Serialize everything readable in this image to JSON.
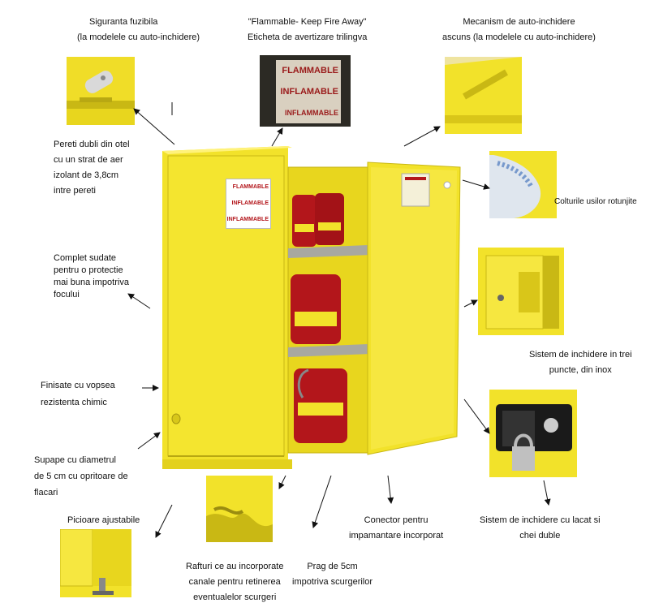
{
  "callouts": {
    "fuse": {
      "lines": [
        "Siguranta fuzibila",
        "(la modelele cu auto-inchidere)"
      ]
    },
    "label_warning": {
      "lines": [
        "\"Flammable- Keep Fire Away\"",
        "Eticheta de avertizare trilingva"
      ]
    },
    "self_close": {
      "lines": [
        "Mecanism de auto-inchidere",
        "ascuns (la modelele cu auto-inchidere)"
      ]
    },
    "double_walls": {
      "lines": [
        "Pereti dubli din otel",
        "cu un strat de aer",
        "izolant de 3,8cm",
        " intre pereti"
      ]
    },
    "rounded_corners": {
      "lines": [
        "Colturile usilor rotunjite"
      ]
    },
    "welded": {
      "lines": [
        "Complet sudate",
        "pentru o protectie",
        "mai buna impotriva",
        "focului"
      ]
    },
    "three_point": {
      "lines": [
        "Sistem de inchidere in trei",
        "puncte, din inox"
      ]
    },
    "finish": {
      "lines": [
        "Finisate cu vopsea",
        "rezistenta chimic"
      ]
    },
    "vents": {
      "lines": [
        "Supape cu diametrul",
        "de 5 cm cu opritoare de",
        "flacari"
      ]
    },
    "feet": {
      "lines": [
        "Picioare ajustabile"
      ]
    },
    "grounding": {
      "lines": [
        "Conector pentru",
        "impamantare incorporat"
      ]
    },
    "padlock": {
      "lines": [
        "Sistem de inchidere cu lacat si",
        "chei  duble"
      ]
    },
    "shelves": {
      "lines": [
        "Rafturi ce au incorporate",
        "canale pentru retinerea",
        "eventualelor scurgeri"
      ]
    },
    "sill": {
      "lines": [
        "Prag de 5cm",
        "impotriva scurgerilor"
      ]
    }
  },
  "sign_text": [
    "FLAMMABLE",
    "INFLAMABLE",
    "INFLAMMABLE"
  ],
  "colors": {
    "cabinet_yellow": "#f2e22a",
    "cabinet_shadow": "#c9b814",
    "can_red": "#b3161b",
    "photo_frame": "#ffffff"
  }
}
